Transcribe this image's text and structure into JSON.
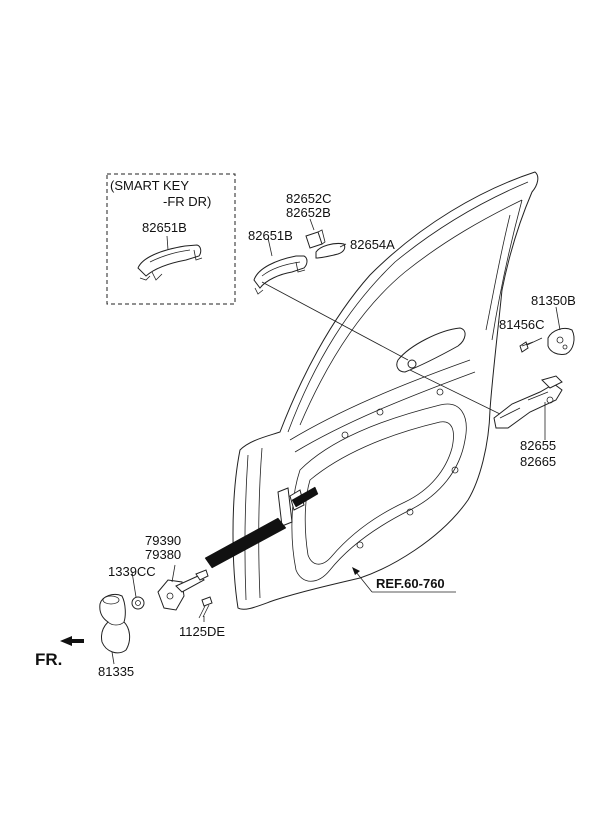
{
  "smart_key_box": {
    "line1": "(SMART KEY",
    "line2": "-FR DR)",
    "part": "82651B"
  },
  "labels": {
    "p82652C": "82652C",
    "p82652B": "82652B",
    "p82651B": "82651B",
    "p82654A": "82654A",
    "p81350B": "81350B",
    "p81456C": "81456C",
    "p82655": "82655",
    "p82665": "82665",
    "p79390": "79390",
    "p79380": "79380",
    "p1339CC": "1339CC",
    "p1125DE": "1125DE",
    "p81335": "81335",
    "ref": "REF.60-760"
  },
  "fr_label": "FR.",
  "colors": {
    "line": "#222222",
    "background": "#ffffff"
  }
}
